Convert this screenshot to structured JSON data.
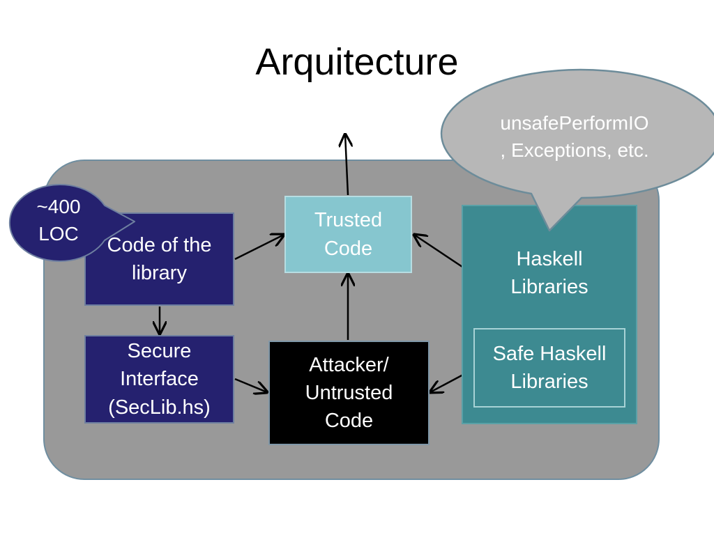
{
  "slide": {
    "title": "Arquitecture"
  },
  "boxes": {
    "code_of_library": {
      "line1": "Code of the",
      "line2": "library"
    },
    "trusted_code": {
      "line1": "Trusted",
      "line2": "Code"
    },
    "haskell_libraries": {
      "line1": "Haskell",
      "line2": "Libraries"
    },
    "secure_interface": {
      "line1": "Secure",
      "line2": "Interface",
      "line3": "(SecLib.hs)"
    },
    "attacker_code": {
      "line1": "Attacker/",
      "line2": "Untrusted",
      "line3": "Code"
    },
    "safe_haskell_libraries": {
      "line1": "Safe Haskell",
      "line2": "Libraries"
    }
  },
  "callouts": {
    "loc": {
      "line1": "~400",
      "line2": "LOC"
    },
    "unsafe": {
      "line1": "unsafePerformIO",
      "line2": ", Exceptions, etc."
    }
  },
  "colors": {
    "container": "#999999",
    "dark_blue": "#25216f",
    "light_teal": "#86c6cf",
    "teal": "#3d8a91",
    "bubble_grey": "#b7b7b7"
  }
}
